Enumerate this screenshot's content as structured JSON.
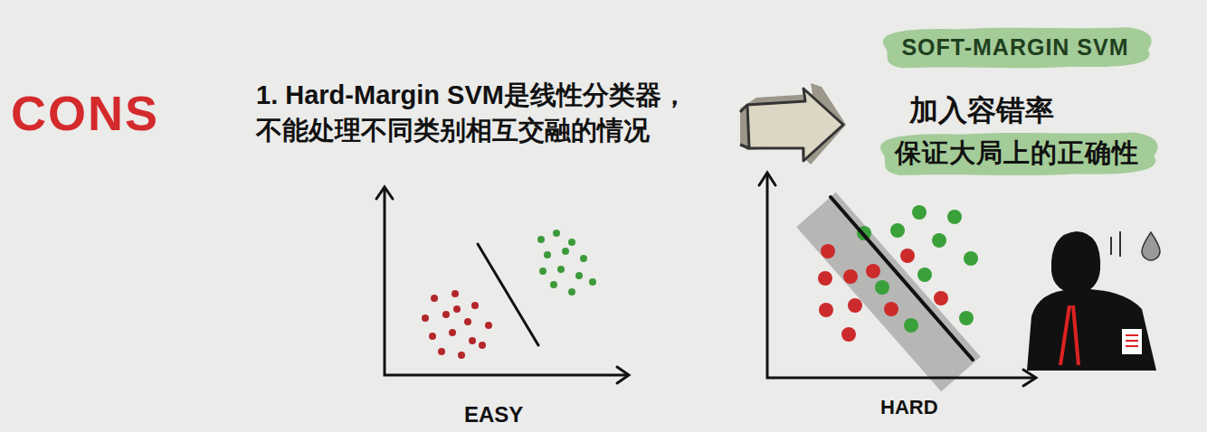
{
  "diagram": {
    "title": "CONS",
    "nodes": [
      {
        "text": [
          "SOFT-MARGIN SVM"
        ]
      },
      {
        "text": [
          "保证大局上的正确性"
        ]
      }
    ],
    "labels": [
      "1. Hard-Margin SVM是线性分类器， 不能处理不同类别相互交融的情况",
      "加入容错率",
      "EASY",
      "HARD"
    ]
  }
}
